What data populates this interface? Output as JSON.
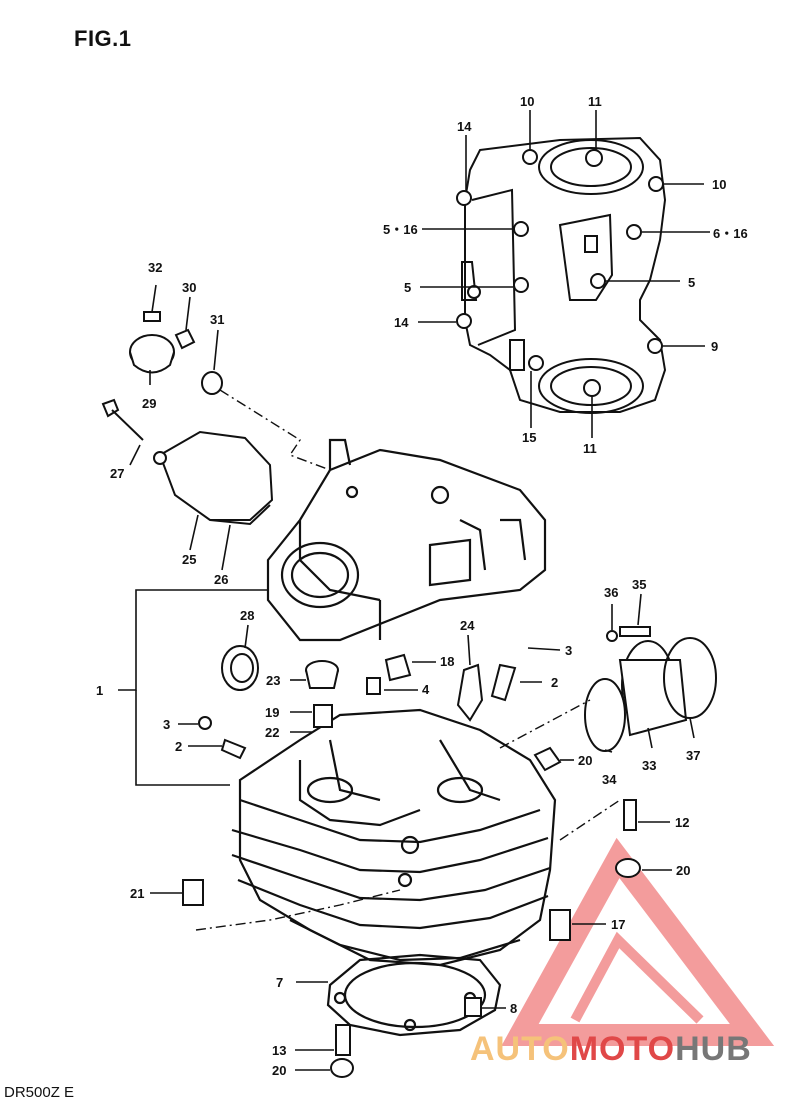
{
  "figure_label": "FIG.1",
  "model_code": "DR500Z E",
  "watermark": {
    "part1": "AUTO",
    "part2": "MOTO",
    "part3": "HUB",
    "colors": {
      "auto": "#f5c27a",
      "moto": "#e04848",
      "hub": "#777777"
    }
  },
  "callouts": {
    "c1": "1",
    "c2a": "2",
    "c2b": "2",
    "c3a": "3",
    "c3b": "3",
    "c4": "4",
    "c5a": "5",
    "c5b": "5",
    "c516": "5・16",
    "c616": "6・16",
    "c7": "7",
    "c8": "8",
    "c9": "9",
    "c10a": "10",
    "c10b": "10",
    "c11a": "11",
    "c11b": "11",
    "c12": "12",
    "c13": "13",
    "c14a": "14",
    "c14b": "14",
    "c15": "15",
    "c17": "17",
    "c18": "18",
    "c19": "19",
    "c20a": "20",
    "c20b": "20",
    "c20c": "20",
    "c21": "21",
    "c22": "22",
    "c23": "23",
    "c24": "24",
    "c25": "25",
    "c26": "26",
    "c27": "27",
    "c28": "28",
    "c29": "29",
    "c30": "30",
    "c31": "31",
    "c32": "32",
    "c33": "33",
    "c34": "34",
    "c35": "35",
    "c36": "36",
    "c37": "37"
  }
}
